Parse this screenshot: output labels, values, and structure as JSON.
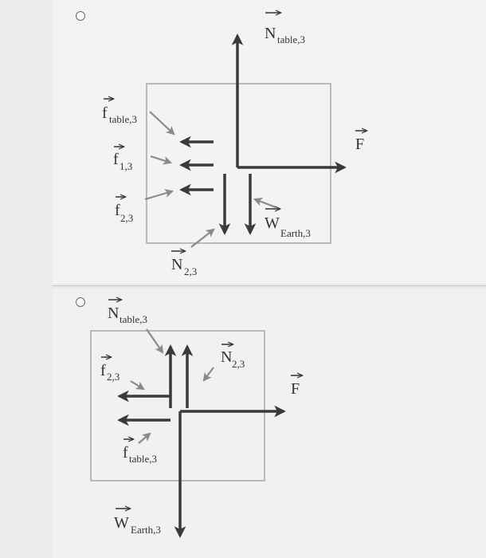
{
  "options": [
    {
      "labels": {
        "N_table3": {
          "main": "N",
          "sub": "table,3"
        },
        "F": {
          "main": "F",
          "sub": ""
        },
        "f_table3": {
          "main": "f",
          "sub": "table,3"
        },
        "f_13": {
          "main": "f",
          "sub": "1,3"
        },
        "f_23": {
          "main": "f",
          "sub": "2,3"
        },
        "W_earth3": {
          "main": "W",
          "sub": "Earth,3"
        },
        "N_23": {
          "main": "N",
          "sub": "2,3"
        }
      }
    },
    {
      "labels": {
        "N_table3": {
          "main": "N",
          "sub": "table,3"
        },
        "f_23": {
          "main": "f",
          "sub": "2,3"
        },
        "N_23": {
          "main": "N",
          "sub": "2,3"
        },
        "F": {
          "main": "F",
          "sub": ""
        },
        "f_table3": {
          "main": "f",
          "sub": "table,3"
        },
        "W_earth3": {
          "main": "W",
          "sub": "Earth,3"
        }
      }
    }
  ],
  "colors": {
    "arrow": "#3a3a3a",
    "pointer": "#8a8a8a",
    "box": "#a8a8a8"
  }
}
